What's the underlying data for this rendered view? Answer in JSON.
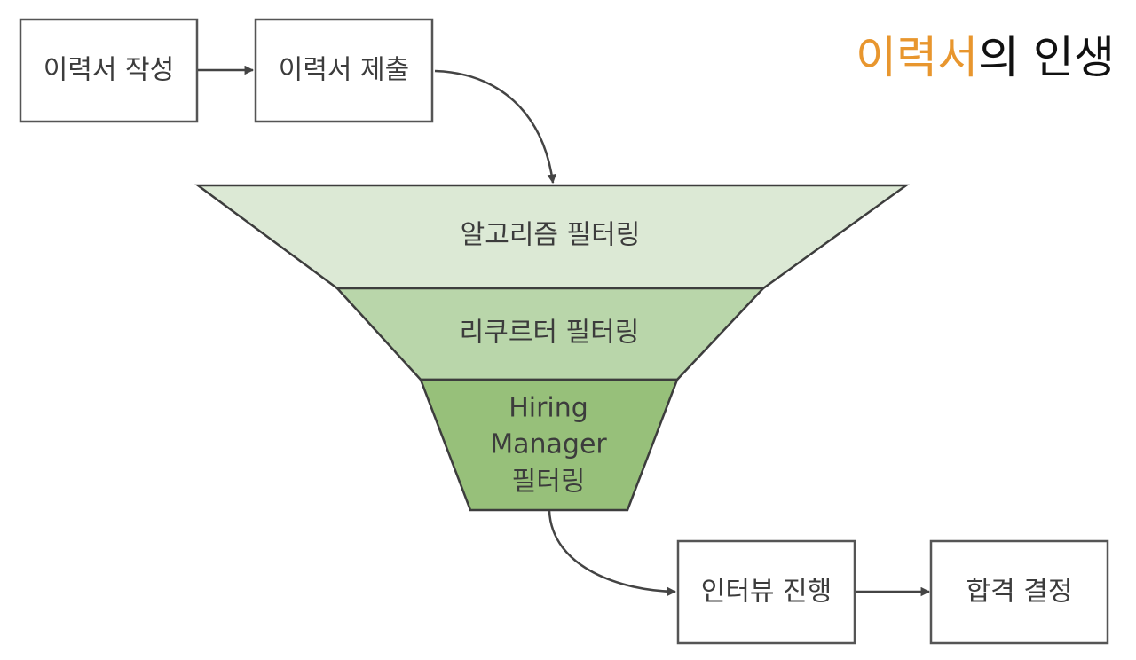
{
  "title": {
    "highlight": "이력서",
    "rest": "의 인생",
    "highlight_color": "#e8962e",
    "rest_color": "#111111"
  },
  "steps": {
    "write": "이력서 작성",
    "submit": "이력서 제출",
    "interview": "인터뷰 진행",
    "decision": "합격 결정"
  },
  "funnel": {
    "algorithm": "알고리즘 필터링",
    "recruiter": "리쿠르터 필터링",
    "manager_line1": "Hiring",
    "manager_line2": "Manager",
    "manager_line3": "필터링",
    "colors": [
      "#dce9d5",
      "#b9d6aa",
      "#97c07a"
    ]
  }
}
